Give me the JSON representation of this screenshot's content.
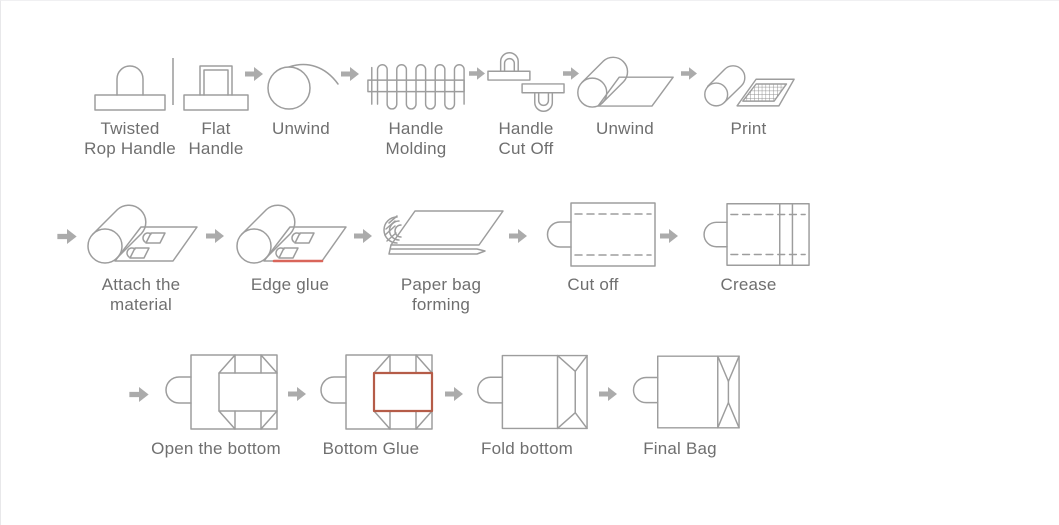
{
  "diagram": {
    "name": "paper-bag-production-process",
    "palette": {
      "line_gray": "#9d9d9d",
      "text_gray": "#6f6f6f",
      "arrow_gray": "#ababab",
      "edge_glue_red": "#d9655a",
      "bottom_glue_red": "#b55c48",
      "background": "#ffffff"
    },
    "rows": [
      {
        "steps": [
          {
            "icon": "twisted-rope-handle",
            "label": "Twisted\nRop Handle"
          },
          {
            "icon": "flat-handle",
            "label": "Flat\nHandle"
          },
          {
            "icon": "unwind-roll",
            "label": "Unwind"
          },
          {
            "icon": "handle-molding",
            "label": "Handle\nMolding"
          },
          {
            "icon": "handle-cut-off",
            "label": "Handle\nCut Off"
          },
          {
            "icon": "unwind-sheet",
            "label": "Unwind"
          },
          {
            "icon": "print",
            "label": "Print"
          }
        ]
      },
      {
        "steps": [
          {
            "icon": "attach-material",
            "label": "Attach the\nmaterial"
          },
          {
            "icon": "edge-glue",
            "label": "Edge glue"
          },
          {
            "icon": "paper-bag-forming",
            "label": "Paper bag forming"
          },
          {
            "icon": "cut-off",
            "label": "Cut off"
          },
          {
            "icon": "crease",
            "label": "Crease"
          }
        ]
      },
      {
        "steps": [
          {
            "icon": "open-bottom",
            "label": "Open the bottom"
          },
          {
            "icon": "bottom-glue",
            "label": "Bottom Glue"
          },
          {
            "icon": "fold-bottom",
            "label": "Fold bottom"
          },
          {
            "icon": "final-bag",
            "label": "Final Bag"
          }
        ]
      }
    ]
  }
}
